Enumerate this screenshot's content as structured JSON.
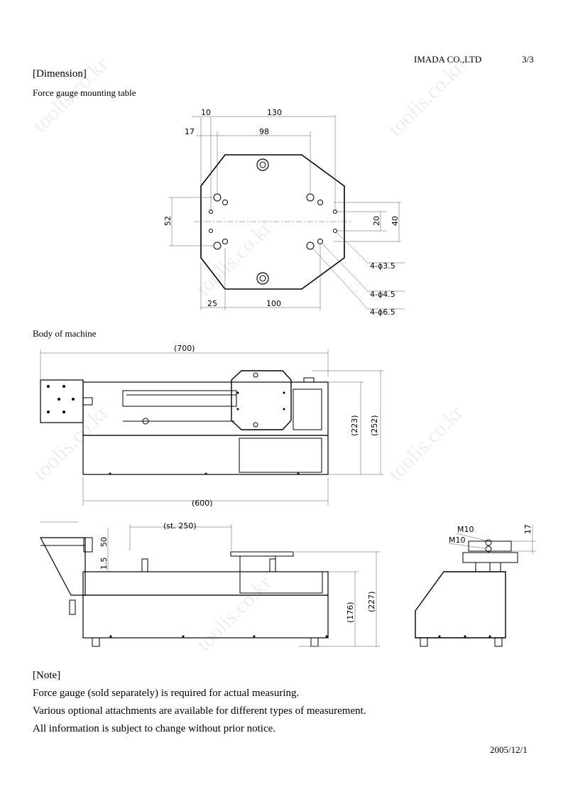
{
  "header": {
    "company": "IMADA CO.,LTD",
    "page": "3/3"
  },
  "section_title": "[Dimension]",
  "mounting_table": {
    "title": "Force gauge mounting table",
    "dims": {
      "d10": "10",
      "d130": "130",
      "d17": "17",
      "d98": "98",
      "d52": "52",
      "d20": "20",
      "d40": "40",
      "d25": "25",
      "d100": "100"
    },
    "holes": [
      "4-ϕ3.5",
      "4-ϕ4.5",
      "4-ϕ6.5"
    ]
  },
  "body": {
    "title": "Body of machine",
    "dims": {
      "length_total": "(700)",
      "length_base": "(600)",
      "h223": "(223)",
      "h252": "(252)",
      "stroke": "(st. 250)",
      "d50": "50",
      "d15": "1.5",
      "h176": "(176)",
      "h227": "(227)",
      "m10a": "M10",
      "m10b": "M10",
      "d17": "17"
    }
  },
  "note": {
    "title": "[Note]",
    "lines": [
      "Force gauge (sold separately) is required for actual measuring.",
      "Various optional attachments are available for different types of measurement.",
      "All information is subject to change without prior notice."
    ]
  },
  "date": "2005/12/1",
  "watermark": "toolis.co.kr"
}
